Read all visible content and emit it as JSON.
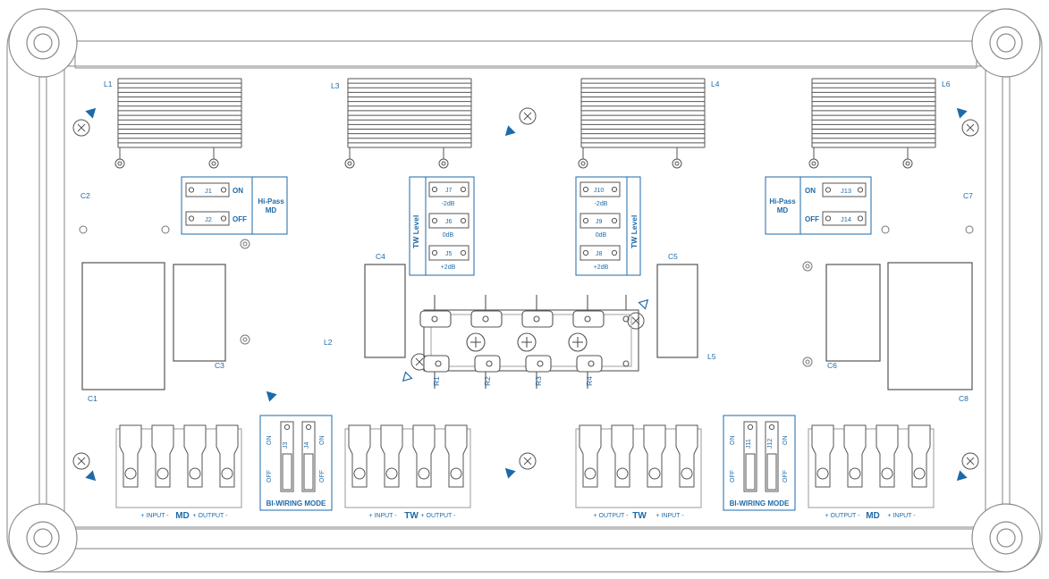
{
  "colors": {
    "line": "#9a9a9a",
    "dark": "#555555",
    "accent": "#1e6aa8"
  },
  "inductors": [
    "L1",
    "L3",
    "L4",
    "L6"
  ],
  "caps": [
    "C1",
    "C2",
    "C3",
    "C4",
    "C5",
    "C6",
    "C7",
    "C8"
  ],
  "l2": "L2",
  "l5": "L5",
  "resistors": [
    "R1",
    "R2",
    "R3",
    "R4"
  ],
  "hipass": {
    "left": {
      "title": "Hi-Pass",
      "sub": "MD",
      "j_top": "J1",
      "j_bottom": "J2",
      "on": "ON",
      "off": "OFF"
    },
    "right": {
      "title": "Hi-Pass",
      "sub": "MD",
      "j_top": "J13",
      "j_bottom": "J14",
      "on": "ON",
      "off": "OFF"
    }
  },
  "twlevel": {
    "left": {
      "title": "TW Level",
      "jumpers": [
        "J7",
        "J6",
        "J5"
      ],
      "levels": [
        "-2dB",
        "0dB",
        "+2dB"
      ]
    },
    "right": {
      "title": "TW Level",
      "jumpers": [
        "J10",
        "J9",
        "J8"
      ],
      "levels": [
        "-2dB",
        "0dB",
        "+2dB"
      ]
    }
  },
  "biwiring": {
    "left": {
      "title": "BI-WIRING MODE",
      "jumpers": [
        "J3",
        "J4"
      ],
      "on": "ON",
      "off": "OFF"
    },
    "right": {
      "title": "BI-WIRING MODE",
      "jumpers": [
        "J11",
        "J12"
      ],
      "on": "ON",
      "off": "OFF"
    }
  },
  "terminals": [
    {
      "left": "+ INPUT -",
      "name": "MD",
      "right": "+ OUTPUT -"
    },
    {
      "left": "+ INPUT -",
      "name": "TW",
      "right": "+ OUTPUT -"
    },
    {
      "left": "+ OUTPUT -",
      "name": "TW",
      "right": "+ INPUT -"
    },
    {
      "left": "+ OUTPUT -",
      "name": "MD",
      "right": "+ INPUT -"
    }
  ]
}
